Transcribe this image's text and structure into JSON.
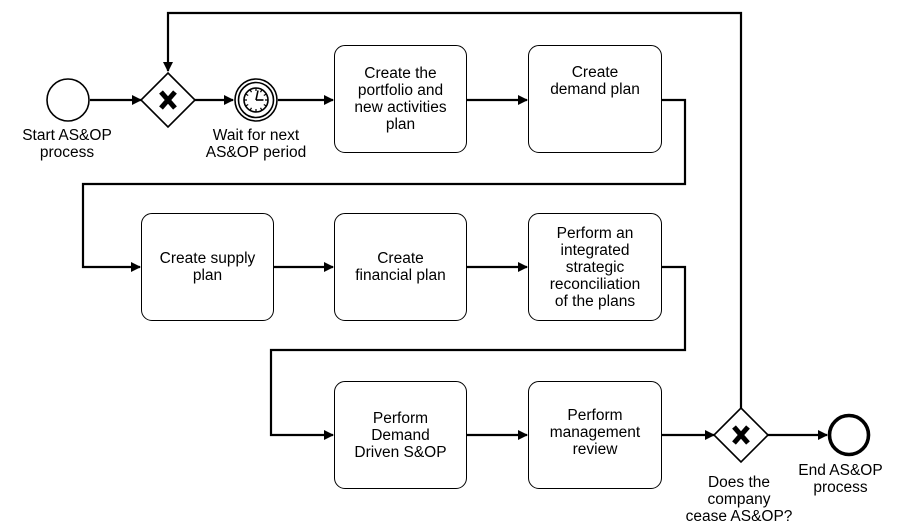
{
  "events": {
    "start": "Start AS&OP\nprocess",
    "timer": "Wait for next\nAS&OP period",
    "end": "End AS&OP\nprocess"
  },
  "gateways": {
    "loop_merge": "",
    "cease_question": "Does the\ncompany\ncease AS&OP?"
  },
  "tasks": {
    "portfolio": "Create the\nportfolio and\nnew activities\nplan",
    "demand": "Create\ndemand plan",
    "supply": "Create supply\nplan",
    "financial": "Create\nfinancial plan",
    "reconcile": "Perform an\nintegrated\nstrategic\nreconciliation\nof the plans",
    "ddsop": "Perform\nDemand\nDriven S&OP",
    "review": "Perform\nmanagement\nreview"
  },
  "colors": {
    "stroke": "#000000",
    "fill": "#ffffff"
  }
}
